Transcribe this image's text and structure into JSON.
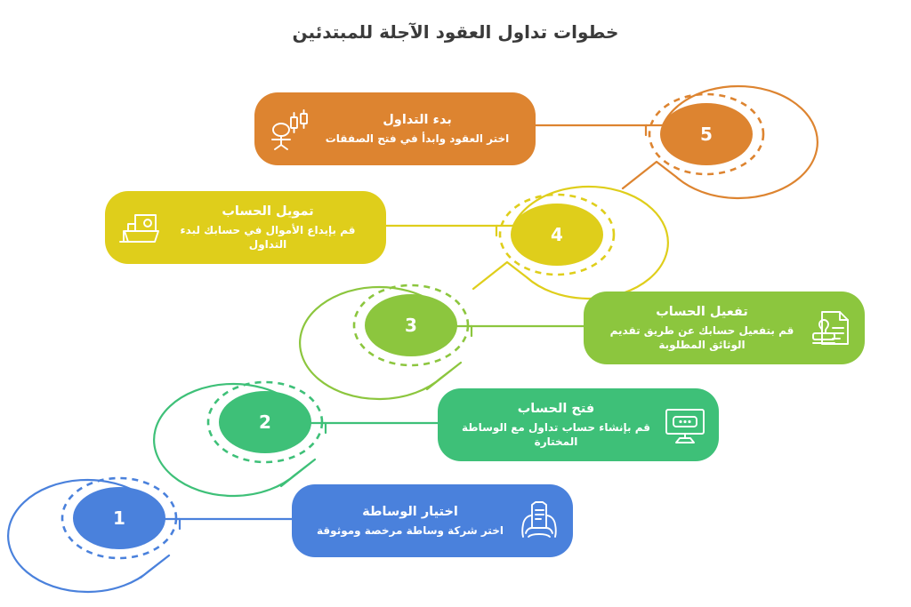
{
  "header": {
    "title": "خطوات تداول العقود الآجلة للمبتدئين"
  },
  "colors": {
    "step1_blue": "#4A81DC",
    "step2_teal_green": "#3EC078",
    "step3_green": "#8CC63E",
    "step4_yellow": "#DFCE1B",
    "step5_orange": "#DD8430",
    "background": "#FFFFFF",
    "title_text": "#3A3A3A",
    "card_text": "#FFFFFF"
  },
  "steps": [
    {
      "number": "1",
      "title": "اختيار الوساطة",
      "description": "اختر شركة وساطة مرخصة وموثوقة",
      "color": "#4A81DC",
      "icon": "hands-holding-document-icon"
    },
    {
      "number": "2",
      "title": "فتح الحساب",
      "description": "قم بإنشاء حساب تداول مع الوساطة المختارة",
      "color": "#3EC078",
      "icon": "monitor-password-icon"
    },
    {
      "number": "3",
      "title": "تفعيل الحساب",
      "description": "قم بتفعيل حسابك عن طريق تقديم الوثائق المطلوبة",
      "color": "#8CC63E",
      "icon": "document-stamp-icon"
    },
    {
      "number": "4",
      "title": "تمويل الحساب",
      "description": "قم بإيداع الأموال في حسابك لبدء التداول",
      "color": "#DFCE1B",
      "icon": "wallet-money-icon"
    },
    {
      "number": "5",
      "title": "بدء التداول",
      "description": "اختر العقود وابدأ في فتح الصفقات",
      "color": "#DD8430",
      "icon": "trader-candlestick-icon"
    }
  ]
}
